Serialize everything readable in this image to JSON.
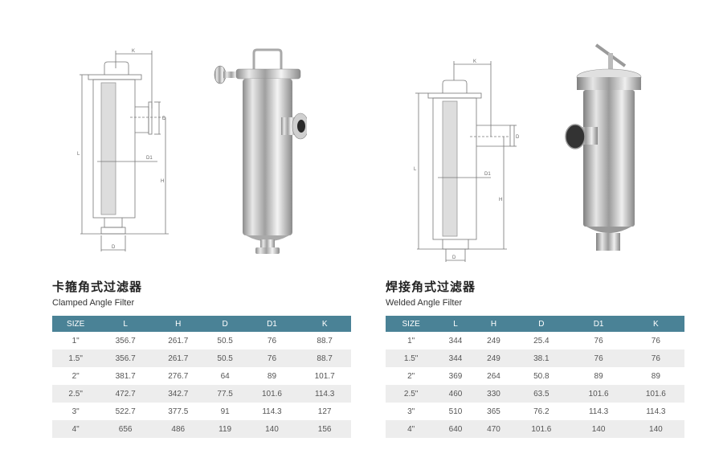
{
  "products": [
    {
      "title_cn": "卡箍角式过滤器",
      "title_en": "Clamped Angle Filter",
      "drawing_labels": {
        "K": "K",
        "L": "L",
        "H": "H",
        "D_top": "D",
        "D1": "D1",
        "D_bottom": "D"
      },
      "table": {
        "headers": [
          "SIZE",
          "L",
          "H",
          "D",
          "D1",
          "K"
        ],
        "rows": [
          [
            "1\"",
            "356.7",
            "261.7",
            "50.5",
            "76",
            "88.7"
          ],
          [
            "1.5\"",
            "356.7",
            "261.7",
            "50.5",
            "76",
            "88.7"
          ],
          [
            "2\"",
            "381.7",
            "276.7",
            "64",
            "89",
            "101.7"
          ],
          [
            "2.5\"",
            "472.7",
            "342.7",
            "77.5",
            "101.6",
            "114.3"
          ],
          [
            "3\"",
            "522.7",
            "377.5",
            "91",
            "114.3",
            "127"
          ],
          [
            "4\"",
            "656",
            "486",
            "119",
            "140",
            "156"
          ]
        ]
      }
    },
    {
      "title_cn": "焊接角式过滤器",
      "title_en": "Welded Angle Filter",
      "drawing_labels": {
        "K": "K",
        "L": "L",
        "H": "H",
        "D_top": "D",
        "D1": "D1",
        "D_bottom": "D"
      },
      "table": {
        "headers": [
          "SIZE",
          "L",
          "H",
          "D",
          "D1",
          "K"
        ],
        "rows": [
          [
            "1\"",
            "344",
            "249",
            "25.4",
            "76",
            "76"
          ],
          [
            "1.5\"",
            "344",
            "249",
            "38.1",
            "76",
            "76"
          ],
          [
            "2\"",
            "369",
            "264",
            "50.8",
            "89",
            "89"
          ],
          [
            "2.5\"",
            "460",
            "330",
            "63.5",
            "101.6",
            "101.6"
          ],
          [
            "3\"",
            "510",
            "365",
            "76.2",
            "114.3",
            "114.3"
          ],
          [
            "4\"",
            "640",
            "470",
            "101.6",
            "140",
            "140"
          ]
        ]
      }
    }
  ],
  "colors": {
    "header_bg": "#4a8296",
    "alt_row_bg": "#ededed"
  }
}
